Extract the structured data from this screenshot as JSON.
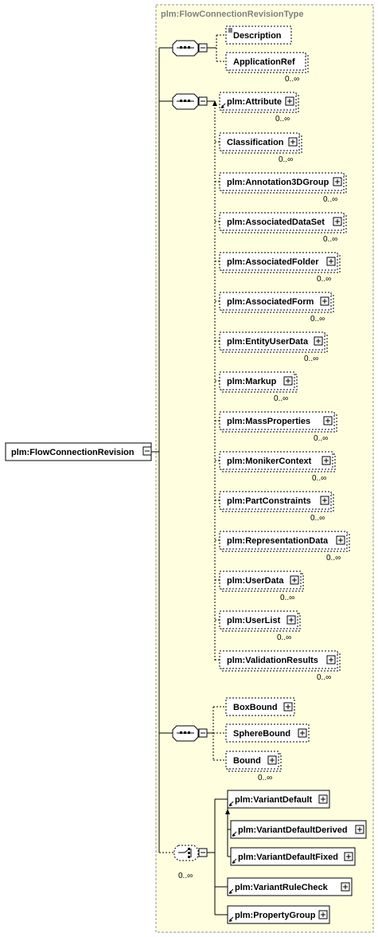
{
  "type_title": "plm:FlowConnectionRevisionType",
  "root": {
    "label": "plm:FlowConnectionRevision"
  },
  "groups": [
    {
      "name": "sequence-1",
      "items": [
        {
          "label": "Description",
          "card": ""
        },
        {
          "label": "ApplicationRef",
          "card": "0..∞"
        }
      ]
    },
    {
      "name": "sequence-2",
      "items": [
        {
          "label": "plm:Attribute",
          "card": "0..∞"
        },
        {
          "label": "Classification",
          "card": "0..∞"
        },
        {
          "label": "plm:Annotation3DGroup",
          "card": "0..∞"
        },
        {
          "label": "plm:AssociatedDataSet",
          "card": "0..∞"
        },
        {
          "label": "plm:AssociatedFolder",
          "card": "0..∞"
        },
        {
          "label": "plm:AssociatedForm",
          "card": "0..∞"
        },
        {
          "label": "plm:EntityUserData",
          "card": "0..∞"
        },
        {
          "label": "plm:Markup",
          "card": "0..∞"
        },
        {
          "label": "plm:MassProperties",
          "card": "0..∞"
        },
        {
          "label": "plm:MonikerContext",
          "card": "0..∞"
        },
        {
          "label": "plm:PartConstraints",
          "card": "0..∞"
        },
        {
          "label": "plm:RepresentationData",
          "card": "0..∞"
        },
        {
          "label": "plm:UserData",
          "card": "0..∞"
        },
        {
          "label": "plm:UserList",
          "card": "0..∞"
        },
        {
          "label": "plm:ValidationResults",
          "card": "0..∞"
        }
      ]
    },
    {
      "name": "sequence-3",
      "items": [
        {
          "label": "BoxBound",
          "card": ""
        },
        {
          "label": "SphereBound",
          "card": ""
        },
        {
          "label": "Bound",
          "card": "0..∞"
        }
      ]
    },
    {
      "name": "choice",
      "card": "0..∞",
      "items": [
        {
          "label": "plm:VariantDefault",
          "card": ""
        },
        {
          "label": "plm:VariantDefaultDerived",
          "card": ""
        },
        {
          "label": "plm:VariantDefaultFixed",
          "card": ""
        },
        {
          "label": "plm:VariantRuleCheck",
          "card": ""
        },
        {
          "label": "plm:PropertyGroup",
          "card": ""
        }
      ]
    }
  ]
}
